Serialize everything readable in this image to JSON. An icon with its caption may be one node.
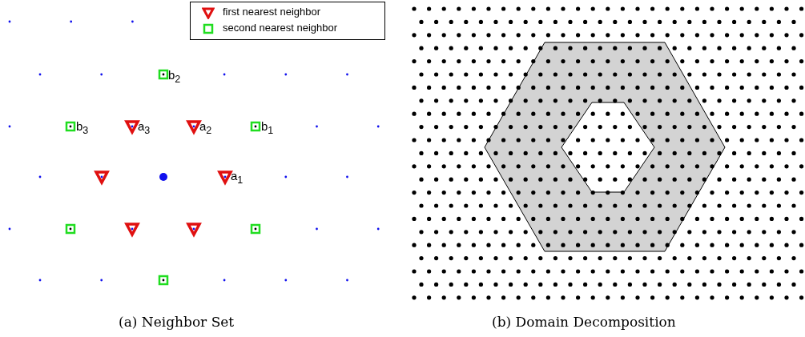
{
  "diagram": {
    "labels": [
      "b$_{2}$",
      "b$_{3}$",
      "a$_{3}$",
      "a$_{2}$",
      "b$_{1}$",
      "a$_{1}$",
      "(a) Neighbor Set",
      "(b) Domain Decomposition"
    ],
    "legend": [
      {
        "text": "first nearest neighbor"
      },
      {
        "text": "second nearest neighbor"
      }
    ]
  }
}
